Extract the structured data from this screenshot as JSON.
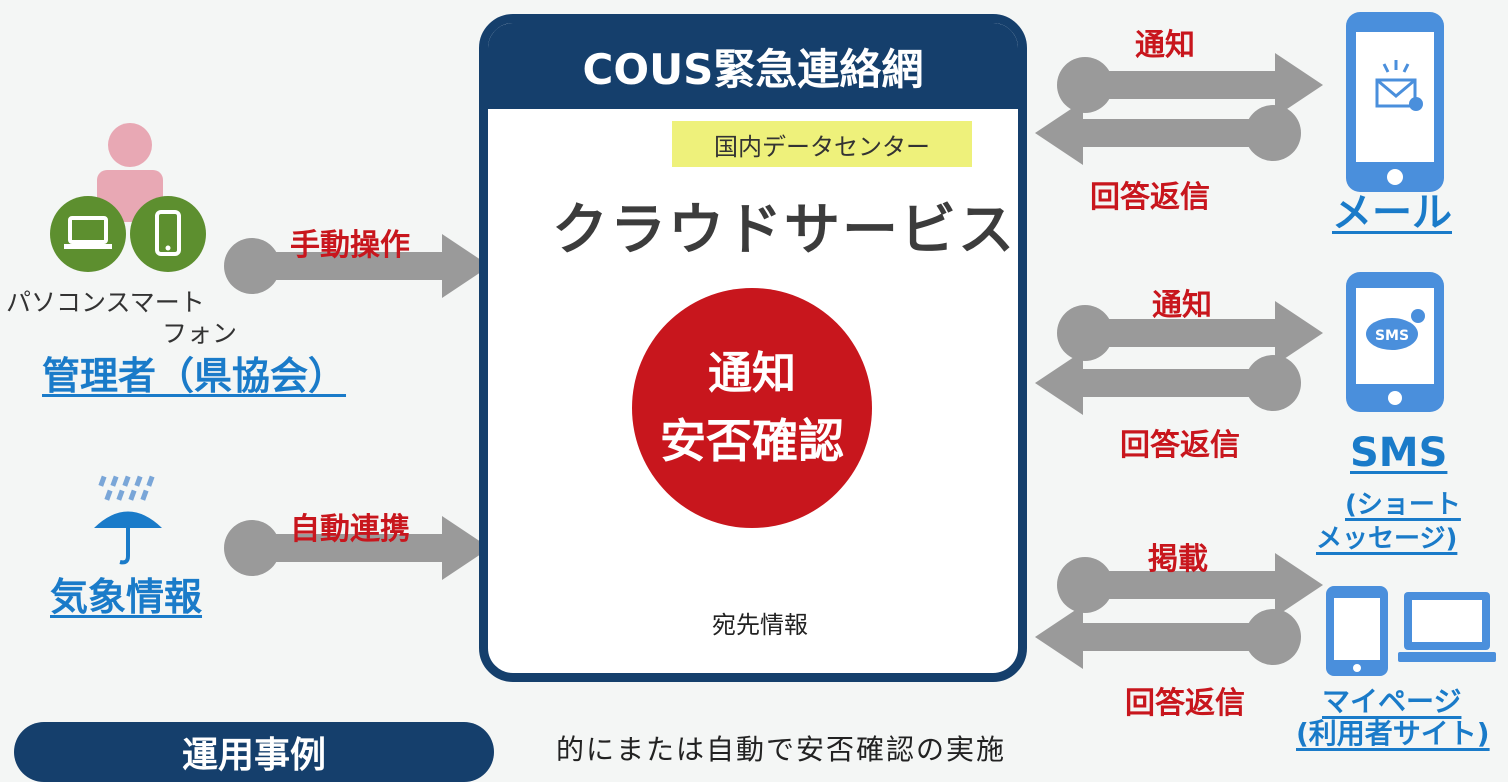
{
  "cous": {
    "title": "COUS緊急連絡網",
    "datacenter": "国内データセンター",
    "cloud_service": "クラウドサービス",
    "circle_line1": "通知",
    "circle_line2": "安否確認",
    "db_label": "宛先情報"
  },
  "left": {
    "device_label_line1": "パソコンスマート",
    "device_label_line2": "フォン",
    "admin": "管理者（県協会）",
    "manual_op": "手動操作",
    "weather": "気象情報",
    "auto_link": "自動連携"
  },
  "right": {
    "row1": {
      "out": "通知",
      "in": "回答返信",
      "target": "メール"
    },
    "row2": {
      "out": "通知",
      "in": "回答返信",
      "target": "SMS",
      "sub1": "(ショート",
      "sub2": "メッセージ)"
    },
    "row3": {
      "out": "掲載",
      "in": "回答返信",
      "target": "マイページ",
      "sub1": "(利用者サイト)"
    }
  },
  "bottom": {
    "section_title": "運用事例",
    "text": "的にまたは自動で安否確認の実施"
  },
  "colors": {
    "navy": "#153f6c",
    "red": "#c8161d",
    "blue": "#1a7bc9",
    "arrow": "#9a9a9a",
    "green": "#5d8f2f",
    "icon_blue": "#4a8fdc"
  }
}
